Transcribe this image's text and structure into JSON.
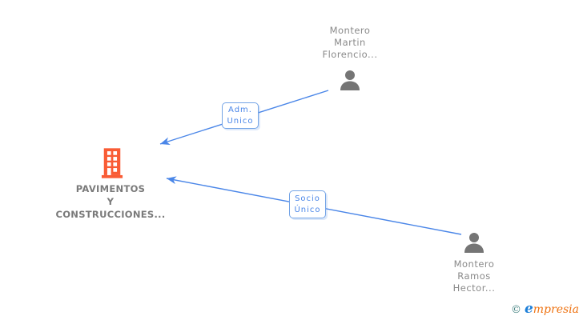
{
  "colors": {
    "edge": "#4a86e8",
    "label_text": "#4a86e8",
    "label_border": "#74a4e6",
    "person_icon": "#757575",
    "name_text": "#8a8a8a",
    "company_text": "#7a7a7a",
    "building_icon": "#f95c35",
    "logo_copyright": "#41807f",
    "logo_e": "#1d7fd8",
    "logo_rest": "#ee7211"
  },
  "diagram": {
    "company": {
      "name_lines": [
        "PAVIMENTOS",
        "Y",
        "CONSTRUCCIONES..."
      ],
      "icon": "building-icon"
    },
    "persons": [
      {
        "name_lines": [
          "Montero",
          "Martin",
          "Florencio..."
        ],
        "icon": "person-icon"
      },
      {
        "name_lines": [
          "Montero",
          "Ramos",
          "Hector..."
        ],
        "icon": "person-icon"
      }
    ],
    "edges": [
      {
        "label_lines": [
          "Adm.",
          "Unico"
        ],
        "from": "Montero Martin Florencio...",
        "to": "PAVIMENTOS Y CONSTRUCCIONES...",
        "direction": "arrow-points-to-company"
      },
      {
        "label_lines": [
          "Socio",
          "Único"
        ],
        "from": "Montero Ramos Hector...",
        "to": "PAVIMENTOS Y CONSTRUCCIONES...",
        "direction": "arrow-points-to-company"
      }
    ]
  },
  "footer": {
    "copyright_symbol": "©",
    "brand_first_letter": "e",
    "brand_rest": "mpresia"
  }
}
